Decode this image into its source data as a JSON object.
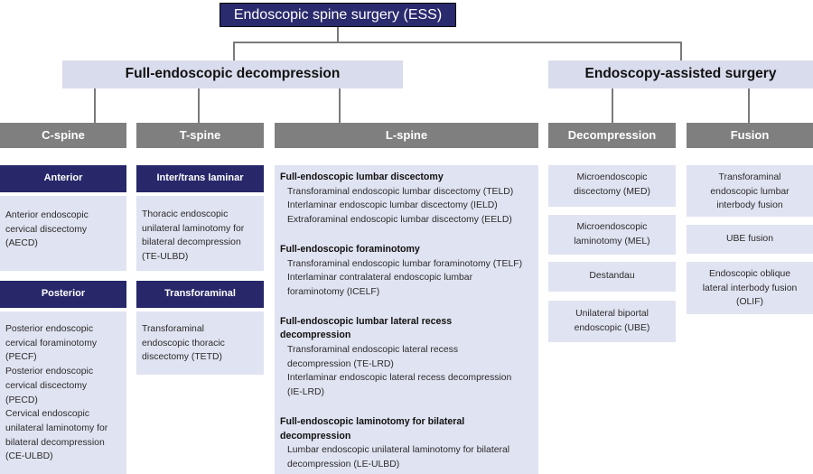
{
  "root": "Endoscopic spine surgery (ESS)",
  "level1": {
    "full_endo": "Full-endoscopic decompression",
    "assisted": "Endoscopy-assisted surgery"
  },
  "headers": {
    "cspine": "C-spine",
    "tspine": "T-spine",
    "lspine": "L-spine",
    "decompression": "Decompression",
    "fusion": "Fusion"
  },
  "cspine": {
    "anterior": "Anterior",
    "anterior_text": [
      "Anterior endoscopic",
      "cervical discectomy",
      "(AECD)"
    ],
    "posterior": "Posterior",
    "posterior_text": [
      "Posterior endoscopic",
      "cervical foraminotomy",
      "(PECF)",
      "Posterior endoscopic",
      "cervical discectomy",
      "(PECD)",
      "Cervical endoscopic",
      "unilateral laminotomy for",
      "bilateral decompression",
      "(CE-ULBD)"
    ]
  },
  "tspine": {
    "interlaminar": "Inter/trans laminar",
    "interlaminar_text": [
      "Thoracic endoscopic",
      "unilateral laminotomy for",
      "bilateral decompression",
      "(TE-ULBD)"
    ],
    "transforaminal": "Transforaminal",
    "transforaminal_text": [
      "Transforaminal",
      "endoscopic thoracic",
      "discectomy (TETD)"
    ]
  },
  "lspine": {
    "groups": [
      {
        "title": [
          "Full-endoscopic lumbar discectomy"
        ],
        "items": [
          "Transforaminal endoscopic lumbar discectomy (TELD)",
          "Interlaminar endoscopic lumbar discectomy (IELD)",
          "Extraforaminal endoscopic lumbar discectomy (EELD)"
        ]
      },
      {
        "title": [
          "Full-endoscopic foraminotomy"
        ],
        "items": [
          "Transforaminal endoscopic lumbar foraminotomy (TELF)",
          "Interlaminar contralateral endoscopic lumbar",
          "foraminotomy (ICELF)"
        ]
      },
      {
        "title": [
          "Full-endoscopic lumbar lateral recess",
          "decompression"
        ],
        "items": [
          "Transforaminal endoscopic lateral recess",
          "decompression (TE-LRD)",
          "Interlaminar endoscopic lateral recess decompression",
          "(IE-LRD)"
        ]
      },
      {
        "title": [
          "Full-endoscopic laminotomy for bilateral",
          "decompression"
        ],
        "items": [
          "Lumbar endoscopic unilateral laminotomy for bilateral",
          "decompression (LE-ULBD)"
        ]
      }
    ]
  },
  "decompression": {
    "med": [
      "Microendoscopic",
      "discectomy (MED)"
    ],
    "mel": [
      "Microendoscopic",
      "laminotomy (MEL)"
    ],
    "destandau": [
      "Destandau"
    ],
    "ube": [
      "Unilateral biportal",
      "endoscopic (UBE)"
    ]
  },
  "fusion": {
    "telif": [
      "Transforaminal",
      "endoscopic lumbar",
      "interbody fusion"
    ],
    "ube_fusion": [
      "UBE fusion"
    ],
    "olif": [
      "Endoscopic oblique",
      "lateral interbody fusion",
      "(OLIF)"
    ]
  }
}
